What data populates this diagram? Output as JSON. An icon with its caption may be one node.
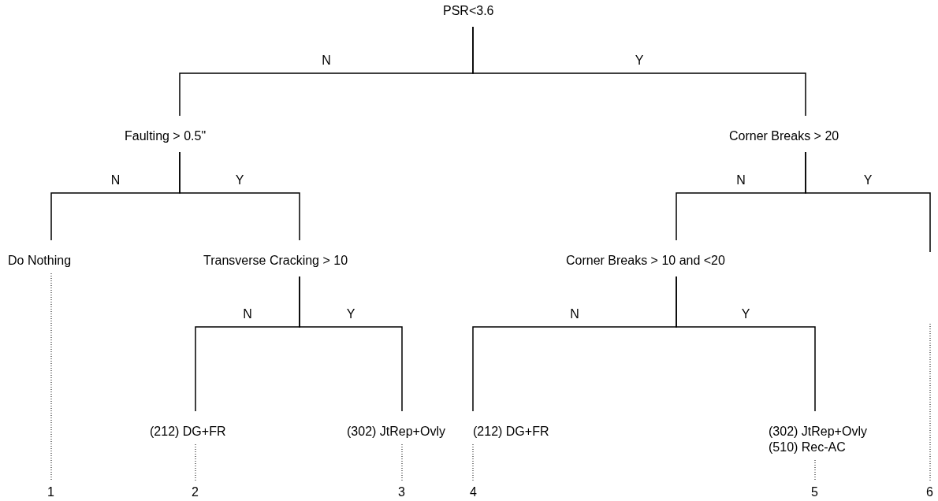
{
  "diagram": {
    "nodes": [
      {
        "text": [
          "PSR<3.6"
        ]
      },
      {
        "text": [
          "Faulting > 0.5\""
        ]
      },
      {
        "text": [
          "Corner Breaks  > 20"
        ]
      },
      {
        "text": [
          "Do Nothing"
        ]
      },
      {
        "text": [
          "Transverse Cracking > 10"
        ]
      },
      {
        "text": [
          "Corner Breaks  > 10 and <20"
        ]
      },
      {
        "text": [
          "(212) DG+FR"
        ]
      },
      {
        "text": [
          "(302) JtRep+Ovly"
        ]
      },
      {
        "text": [
          "(212) DG+FR"
        ]
      },
      {
        "text": [
          "(302) JtRep+Ovly",
          "(510) Rec-AC"
        ]
      },
      {
        "text": [
          "1"
        ]
      },
      {
        "text": [
          "2"
        ]
      },
      {
        "text": [
          "3"
        ]
      },
      {
        "text": [
          "4"
        ]
      },
      {
        "text": [
          "5"
        ]
      },
      {
        "text": [
          "6"
        ]
      }
    ],
    "edges": [
      {
        "from": 0,
        "to": 1,
        "arrow": "none",
        "label": "N"
      },
      {
        "from": 0,
        "to": 2,
        "arrow": "none",
        "label": "Y"
      },
      {
        "from": 1,
        "to": 3,
        "arrow": "none",
        "label": "N"
      },
      {
        "from": 1,
        "to": 4,
        "arrow": "none",
        "label": "Y"
      },
      {
        "from": 2,
        "to": 5,
        "arrow": "none",
        "label": "N"
      },
      {
        "from": 2,
        "to": null,
        "arrow": "none",
        "label": "Y"
      },
      {
        "from": 4,
        "to": 6,
        "arrow": "none",
        "label": "N"
      },
      {
        "from": 4,
        "to": 7,
        "arrow": "none",
        "label": "Y"
      },
      {
        "from": 5,
        "to": 8,
        "arrow": "none",
        "label": "N"
      },
      {
        "from": 5,
        "to": 9,
        "arrow": "none",
        "label": "Y"
      },
      {
        "from": 3,
        "to": 10,
        "arrow": "none",
        "style": "dashed"
      },
      {
        "from": 6,
        "to": 11,
        "arrow": "none",
        "style": "dashed"
      },
      {
        "from": 7,
        "to": 12,
        "arrow": "none",
        "style": "dashed"
      },
      {
        "from": 8,
        "to": 13,
        "arrow": "none",
        "style": "dashed"
      },
      {
        "from": 9,
        "to": 14,
        "arrow": "none",
        "style": "dashed"
      },
      {
        "from": null,
        "to": 15,
        "arrow": "none",
        "style": "dashed"
      }
    ]
  }
}
